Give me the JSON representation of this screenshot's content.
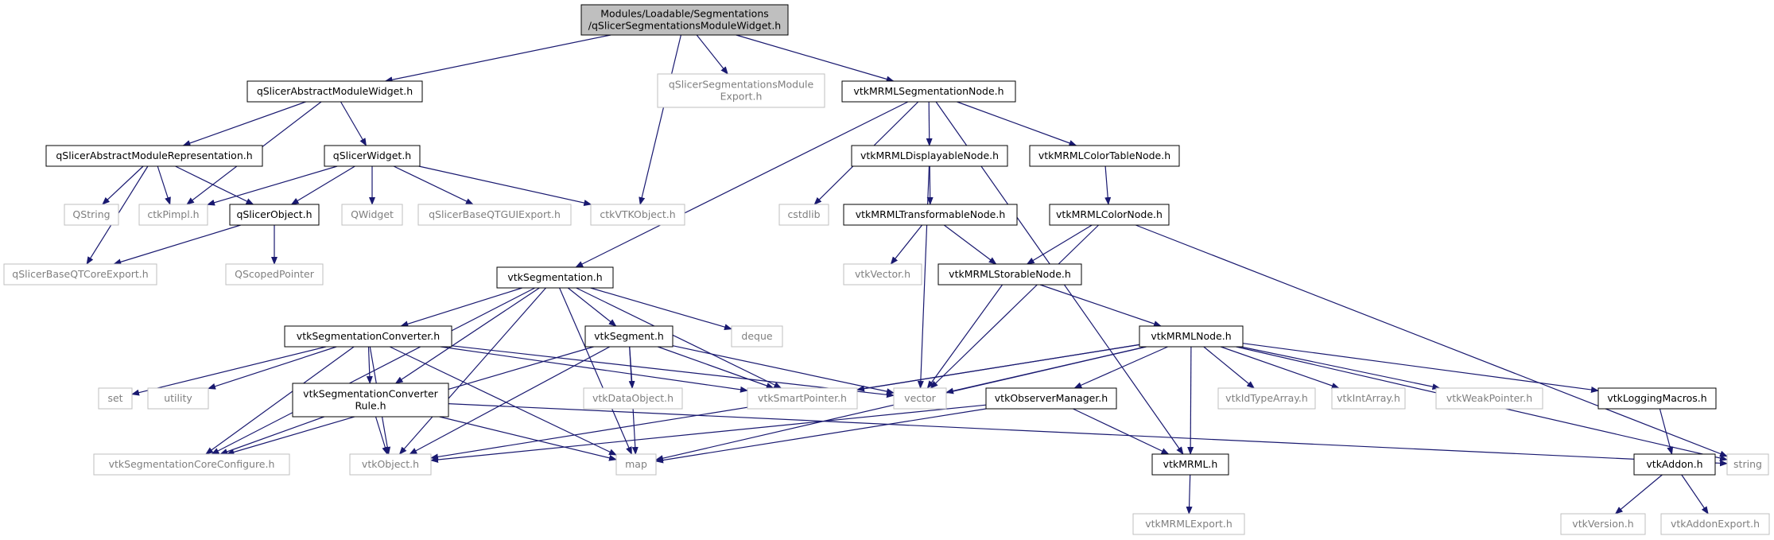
{
  "title_lines": [
    "Modules/Loadable/Segmentations",
    "/qSlicerSegmentationsModuleWidget.h"
  ],
  "colors": {
    "edge": "#191970",
    "documented_border": "#000000",
    "undocumented_border": "#bfbfbf",
    "root_fill": "#bfbfbf",
    "node_fill": "#ffffff",
    "text": "#000000",
    "undocumented_text": "#7f7f7f"
  },
  "nodes": [
    {
      "id": "root",
      "label": "Modules/Loadable/Segmentations\n/qSlicerSegmentationsModuleWidget.h",
      "kind": "root"
    },
    {
      "id": "absmodwidget",
      "label": "qSlicerAbstractModuleWidget.h",
      "kind": "documented"
    },
    {
      "id": "segmodexport",
      "label": "qSlicerSegmentationsModule\nExport.h",
      "kind": "external"
    },
    {
      "id": "segnode",
      "label": "vtkMRMLSegmentationNode.h",
      "kind": "documented"
    },
    {
      "id": "absmodrep",
      "label": "qSlicerAbstractModuleRepresentation.h",
      "kind": "documented"
    },
    {
      "id": "qslicerwidget",
      "label": "qSlicerWidget.h",
      "kind": "documented"
    },
    {
      "id": "cstdlib",
      "label": "cstdlib",
      "kind": "external"
    },
    {
      "id": "displayable",
      "label": "vtkMRMLDisplayableNode.h",
      "kind": "documented"
    },
    {
      "id": "colortable",
      "label": "vtkMRMLColorTableNode.h",
      "kind": "documented"
    },
    {
      "id": "qstring",
      "label": "QString",
      "kind": "external"
    },
    {
      "id": "ctkpimpl",
      "label": "ctkPimpl.h",
      "kind": "external"
    },
    {
      "id": "qslicerobject",
      "label": "qSlicerObject.h",
      "kind": "documented"
    },
    {
      "id": "qwidget",
      "label": "QWidget",
      "kind": "external"
    },
    {
      "id": "qtguiexport",
      "label": "qSlicerBaseQTGUIExport.h",
      "kind": "external"
    },
    {
      "id": "ctkvtkobject",
      "label": "ctkVTKObject.h",
      "kind": "external"
    },
    {
      "id": "transformable",
      "label": "vtkMRMLTransformableNode.h",
      "kind": "documented"
    },
    {
      "id": "colornode",
      "label": "vtkMRMLColorNode.h",
      "kind": "documented"
    },
    {
      "id": "qtcoreexport",
      "label": "qSlicerBaseQTCoreExport.h",
      "kind": "external"
    },
    {
      "id": "qscopedpointer",
      "label": "QScopedPointer",
      "kind": "external"
    },
    {
      "id": "segmentation",
      "label": "vtkSegmentation.h",
      "kind": "documented"
    },
    {
      "id": "deque",
      "label": "deque",
      "kind": "external"
    },
    {
      "id": "vtkvector",
      "label": "vtkVector.h",
      "kind": "external"
    },
    {
      "id": "storable",
      "label": "vtkMRMLStorableNode.h",
      "kind": "documented"
    },
    {
      "id": "segconverter",
      "label": "vtkSegmentationConverter.h",
      "kind": "documented"
    },
    {
      "id": "segment",
      "label": "vtkSegment.h",
      "kind": "documented"
    },
    {
      "id": "mrmlnode",
      "label": "vtkMRMLNode.h",
      "kind": "documented"
    },
    {
      "id": "set",
      "label": "set",
      "kind": "external"
    },
    {
      "id": "utility",
      "label": "utility",
      "kind": "external"
    },
    {
      "id": "convrule",
      "label": "vtkSegmentationConverter\nRule.h",
      "kind": "documented"
    },
    {
      "id": "dataobject",
      "label": "vtkDataObject.h",
      "kind": "external"
    },
    {
      "id": "smartpointer",
      "label": "vtkSmartPointer.h",
      "kind": "external"
    },
    {
      "id": "vector",
      "label": "vector",
      "kind": "external"
    },
    {
      "id": "obsmanager",
      "label": "vtkObserverManager.h",
      "kind": "documented"
    },
    {
      "id": "idtypearray",
      "label": "vtkIdTypeArray.h",
      "kind": "external"
    },
    {
      "id": "intarray",
      "label": "vtkIntArray.h",
      "kind": "external"
    },
    {
      "id": "weakpointer",
      "label": "vtkWeakPointer.h",
      "kind": "external"
    },
    {
      "id": "loggingmacros",
      "label": "vtkLoggingMacros.h",
      "kind": "documented"
    },
    {
      "id": "coreconfigure",
      "label": "vtkSegmentationCoreConfigure.h",
      "kind": "external"
    },
    {
      "id": "vtkobject",
      "label": "vtkObject.h",
      "kind": "external"
    },
    {
      "id": "map",
      "label": "map",
      "kind": "external"
    },
    {
      "id": "vtkmrml",
      "label": "vtkMRML.h",
      "kind": "documented"
    },
    {
      "id": "vtkaddon",
      "label": "vtkAddon.h",
      "kind": "documented"
    },
    {
      "id": "string",
      "label": "string",
      "kind": "external"
    },
    {
      "id": "mrmlexport",
      "label": "vtkMRMLExport.h",
      "kind": "external"
    },
    {
      "id": "vtkversion",
      "label": "vtkVersion.h",
      "kind": "external"
    },
    {
      "id": "addonexport",
      "label": "vtkAddonExport.h",
      "kind": "external"
    }
  ],
  "edges": [
    [
      "root",
      "absmodwidget"
    ],
    [
      "root",
      "segmodexport"
    ],
    [
      "root",
      "segnode"
    ],
    [
      "root",
      "ctkvtkobject"
    ],
    [
      "absmodwidget",
      "absmodrep"
    ],
    [
      "absmodwidget",
      "qslicerwidget"
    ],
    [
      "absmodwidget",
      "ctkpimpl"
    ],
    [
      "absmodrep",
      "qstring"
    ],
    [
      "absmodrep",
      "ctkpimpl"
    ],
    [
      "absmodrep",
      "qslicerobject"
    ],
    [
      "absmodrep",
      "qtcoreexport"
    ],
    [
      "qslicerwidget",
      "ctkpimpl"
    ],
    [
      "qslicerwidget",
      "qslicerobject"
    ],
    [
      "qslicerwidget",
      "qwidget"
    ],
    [
      "qslicerwidget",
      "qtguiexport"
    ],
    [
      "qslicerwidget",
      "ctkvtkobject"
    ],
    [
      "qslicerobject",
      "qtcoreexport"
    ],
    [
      "qslicerobject",
      "qscopedpointer"
    ],
    [
      "segnode",
      "cstdlib"
    ],
    [
      "segnode",
      "displayable"
    ],
    [
      "segnode",
      "colortable"
    ],
    [
      "segnode",
      "segmentation"
    ],
    [
      "segnode",
      "vtkmrml"
    ],
    [
      "displayable",
      "transformable"
    ],
    [
      "displayable",
      "vector"
    ],
    [
      "colortable",
      "colornode"
    ],
    [
      "transformable",
      "vtkvector"
    ],
    [
      "transformable",
      "storable"
    ],
    [
      "colornode",
      "storable"
    ],
    [
      "colornode",
      "vector"
    ],
    [
      "colornode",
      "string"
    ],
    [
      "storable",
      "mrmlnode"
    ],
    [
      "storable",
      "vector"
    ],
    [
      "segmentation",
      "segconverter"
    ],
    [
      "segmentation",
      "segment"
    ],
    [
      "segmentation",
      "convrule"
    ],
    [
      "segmentation",
      "deque"
    ],
    [
      "segmentation",
      "smartpointer"
    ],
    [
      "segmentation",
      "map"
    ],
    [
      "segmentation",
      "vtkobject"
    ],
    [
      "segmentation",
      "coreconfigure"
    ],
    [
      "segconverter",
      "set"
    ],
    [
      "segconverter",
      "utility"
    ],
    [
      "segconverter",
      "convrule"
    ],
    [
      "segconverter",
      "smartpointer"
    ],
    [
      "segconverter",
      "vector"
    ],
    [
      "segconverter",
      "vtkobject"
    ],
    [
      "segconverter",
      "map"
    ],
    [
      "segconverter",
      "coreconfigure"
    ],
    [
      "segment",
      "dataobject"
    ],
    [
      "segment",
      "smartpointer"
    ],
    [
      "segment",
      "vector"
    ],
    [
      "segment",
      "map"
    ],
    [
      "segment",
      "vtkobject"
    ],
    [
      "segment",
      "coreconfigure"
    ],
    [
      "convrule",
      "coreconfigure"
    ],
    [
      "convrule",
      "vtkobject"
    ],
    [
      "convrule",
      "map"
    ],
    [
      "convrule",
      "string"
    ],
    [
      "mrmlnode",
      "smartpointer"
    ],
    [
      "mrmlnode",
      "vector"
    ],
    [
      "mrmlnode",
      "obsmanager"
    ],
    [
      "mrmlnode",
      "idtypearray"
    ],
    [
      "mrmlnode",
      "intarray"
    ],
    [
      "mrmlnode",
      "weakpointer"
    ],
    [
      "mrmlnode",
      "loggingmacros"
    ],
    [
      "mrmlnode",
      "vtkmrml"
    ],
    [
      "mrmlnode",
      "map"
    ],
    [
      "mrmlnode",
      "vtkobject"
    ],
    [
      "mrmlnode",
      "string"
    ],
    [
      "obsmanager",
      "vtkobject"
    ],
    [
      "obsmanager",
      "vtkmrml"
    ],
    [
      "obsmanager",
      "map"
    ],
    [
      "loggingmacros",
      "vtkaddon"
    ],
    [
      "vtkaddon",
      "vtkversion"
    ],
    [
      "vtkaddon",
      "addonexport"
    ],
    [
      "vtkmrml",
      "mrmlexport"
    ]
  ]
}
